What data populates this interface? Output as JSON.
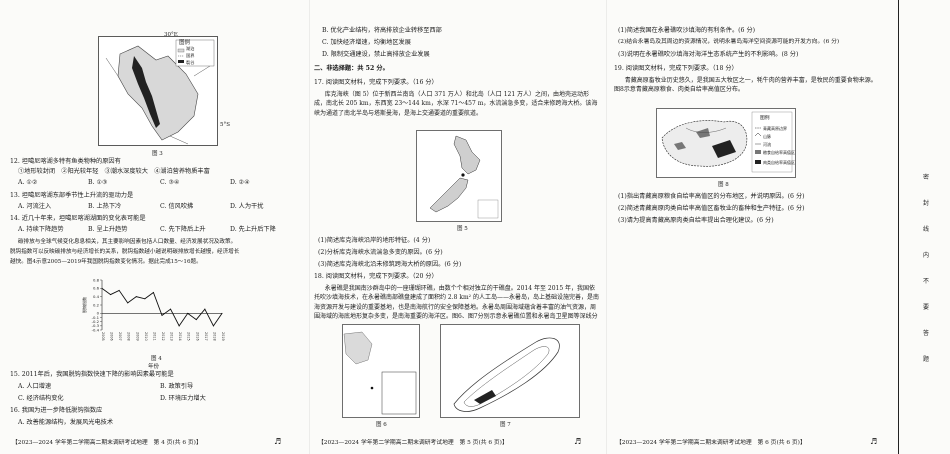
{
  "page1": {
    "fig5_label": "30°E",
    "fig5_lat": "5°S",
    "fig5_legend_title": "图例",
    "fig5_legend": [
      "湖泊",
      "国界",
      "裂谷"
    ],
    "fig5_caption": "图 3",
    "q12": "12. 坦噶尼喀湖多特有鱼类物种的原因有",
    "q12_opts": "①地形较封闭　②阳光较年轻　③潮水深度较大　④湖泊营养物质丰富",
    "q12_choices": [
      "A. ①②",
      "B. ①③",
      "C. ③④",
      "D. ②④"
    ],
    "q13": "13. 坦噶尼喀湖东部季节性上升流的驱动力是",
    "q13_choices": [
      "A. 河流注入",
      "B. 上热下冷",
      "C. 信风吹拂",
      "D. 人为干扰"
    ],
    "q14": "14. 近几十年来，坦噶尼喀湖湖面的变化表可能是",
    "q14_choices": [
      "A. 持续下降趋势",
      "B. 呈上升趋势",
      "C. 先下降后上升",
      "D. 先上升后下降"
    ],
    "intro_1": "碳排放与全球气候变化息息相关，其主要影响因素包括人口数量、经济发展状况及政策。",
    "intro_2": "脱钩指数可以反映碳排放与经济增长的关系，脱钩指数越小越说明碳排放增长越慢，经济增长",
    "intro_3": "越快。图4示意2005—2019年我国脱钩指数变化情况。据此完成15～16题。",
    "chart_ylabel": "脱钩指数",
    "chart_xlabel": "年份",
    "chart_caption": "图 4",
    "q15": "15. 2011年后，我国脱钩指数快速下降的影响因素最可能是",
    "q15_choices": [
      "A. 人口增速",
      "B. 政策引导",
      "C. 经济结构变化",
      "D. 环境压力增大"
    ],
    "q16": "16. 我国为进一步降低脱钩指数应",
    "q16_a": "A. 改善能源结构，发展风光电技术",
    "footer": "【2023—2024 学年第二学期高二期末调研考试地理　第 4 页(共 6 页)】",
    "sheet_mark": "♬"
  },
  "page2": {
    "opt_b": "B. 优化产业结构，将高排放企业转移至西部",
    "opt_c": "C. 加快经济增速，均衡地区发展",
    "opt_d": "D. 限制交通建设，禁止高排放企业发展",
    "section": "二、非选择题：共 52 分。",
    "q17": "17. 阅读图文材料，完成下列要求。（16 分）",
    "q17_text": "库克海峡（图 5）位于新西兰南岛（人口 371 万人）和北岛（人口 121 万人）之间，由地壳运动形成，南北长 205 km，东西宽 23～144 km，水深 71～457 m，水流湍急多变，适合来修跨海大桥。该海峡为通道了南北半岛与塔斯曼海，是海上交通要道的重要航道。",
    "fig5_caption": "图 5",
    "q17_1": "(1)简述库克海峡沿岸的地形特征。(4 分)",
    "q17_2": "(2)分析库克海峡水流湍急多变的原因。(6 分)",
    "q17_3": "(3)简述库克海峡北沿未修筑跨海大桥的原因。(6 分)",
    "q18": "18. 阅读图文材料，完成下列要求。（20 分）",
    "q18_text": "永暑礁是我国南沙群岛中的一座珊瑚环礁，由数个个相对独立的干礁盘。2014 年至 2015 年，我国依托吹沙填海技术，在永暑礁南部礁盘建成了面积约 2.8 km² 的人工岛——永暑岛，岛上基础设施完善，是南海资源开发与建设的重要基地，也是南海航行的安全保障基地。永暑岛周围海域蕴含着丰富的油气资源，周围海域的海底地形复杂多变，是南海重要的海洋区。图6、图7分别示意永暑礁位置和永暑岛卫星图等深线分布。",
    "fig6_caption": "图 6",
    "fig7_caption": "图 7",
    "footer": "【2023—2024 学年第二学期高二期末调研考试地理　第 5 页(共 6 页)】",
    "sheet_mark": "♬"
  },
  "page3": {
    "q18_1": "(1)简述我国在永暑礁吹沙填海的有利条件。(6 分)",
    "q18_2": "(2)结合永暑岛及其周边的资源情况，说明永暑岛海洋空间资源可能的开发方向。(6 分)",
    "q18_3": "(3)说明在永暑礁吹沙填海对海洋生态系统产生的不利影响。(8 分)",
    "q19": "19. 阅读图文材料，完成下列要求。（18 分）",
    "q19_text": "青藏高原畜牧业历史悠久，是我国五大牧区之一，牦牛肉的营养丰富，是牧民的重要食物来源。图8示意青藏高原粮食、肉类自给率高值区分布。",
    "fig8_legend": [
      "图例",
      "青藏高原边界",
      "山脉",
      "河流",
      "粮食自给率高值区",
      "肉类自给率高值区"
    ],
    "fig8_caption": "图 8",
    "q19_1": "(1)指出青藏高原粮食自给率高值区的分布地区，并说明原因。(6 分)",
    "q19_2": "(2)简述青藏高原肉类自给率高值区畜牧业的畜种和生产特征。(6 分)",
    "q19_3": "(3)请为提高青藏高原肉类自给率提出合理化建议。(6 分)",
    "footer": "【2023—2024 学年第二学期高二期末调研考试地理　第 6 页(共 6 页)】",
    "sheet_mark": "♬"
  },
  "side": {
    "chars": [
      "密",
      "封",
      "线",
      "内",
      "不",
      "要",
      "答",
      "题"
    ]
  },
  "chart_data": {
    "type": "line",
    "title": "",
    "xlabel": "年份",
    "ylabel": "脱钩指数",
    "x": [
      "2005",
      "2006",
      "2007",
      "2008",
      "2009",
      "2010",
      "2011",
      "2012",
      "2013",
      "2014",
      "2015",
      "2016",
      "2017",
      "2018",
      "2019"
    ],
    "values": [
      0.6,
      0.45,
      0.55,
      0.25,
      0.4,
      0.35,
      0.5,
      -0.05,
      0.1,
      -0.3,
      0.0,
      -0.15,
      0.1,
      -0.3,
      0.0
    ],
    "ylim": [
      -0.4,
      0.8
    ],
    "yticks": [
      0.8,
      0.6,
      0.4,
      0.2,
      0,
      -0.1,
      -0.2,
      -0.3,
      -0.4
    ],
    "grid": false
  }
}
